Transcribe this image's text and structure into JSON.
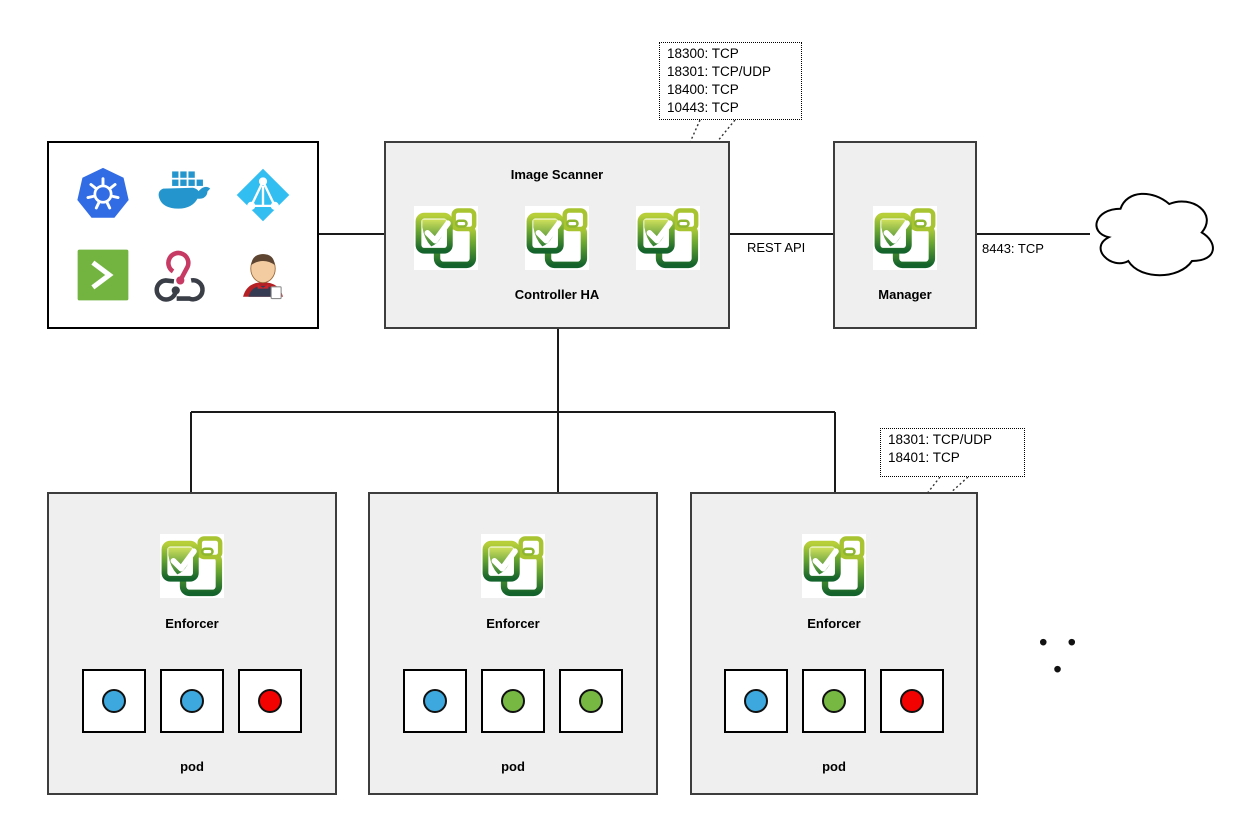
{
  "integrations": {
    "description": "integration sources",
    "icons": [
      "kubernetes",
      "docker",
      "azure-ad",
      "terminal",
      "webhook",
      "jenkins"
    ]
  },
  "controller": {
    "title": "Image Scanner",
    "label": "Controller HA",
    "instances": 3
  },
  "manager": {
    "label": "Manager"
  },
  "connections": {
    "rest_api_label": "REST API",
    "manager_cloud_label": "8443: TCP"
  },
  "callout_controller": {
    "lines": [
      "18300: TCP",
      "18301: TCP/UDP",
      "18400: TCP",
      "10443: TCP"
    ]
  },
  "callout_enforcer": {
    "lines": [
      "18301: TCP/UDP",
      "18401: TCP"
    ]
  },
  "enforcers": [
    {
      "label": "Enforcer",
      "pod_label": "pod",
      "pods": [
        "blue",
        "blue",
        "red"
      ]
    },
    {
      "label": "Enforcer",
      "pod_label": "pod",
      "pods": [
        "blue",
        "green",
        "green"
      ]
    },
    {
      "label": "Enforcer",
      "pod_label": "pod",
      "pods": [
        "blue",
        "green",
        "red"
      ]
    }
  ],
  "ellipsis_label": "• • •",
  "colors": {
    "pod_blue": "#3da8dd",
    "pod_green": "#77b843",
    "pod_red": "#f30202",
    "box_fill": "#efefef",
    "box_border": "#3d3d3d",
    "neuvector_green_light": "#b8cf3a",
    "neuvector_green_dark": "#14632c",
    "kubernetes_blue": "#326ce5",
    "docker_blue": "#2496cd",
    "azure_blue": "#33bef2",
    "terminal_green": "#73b441",
    "webhook_pink": "#c73a63"
  }
}
